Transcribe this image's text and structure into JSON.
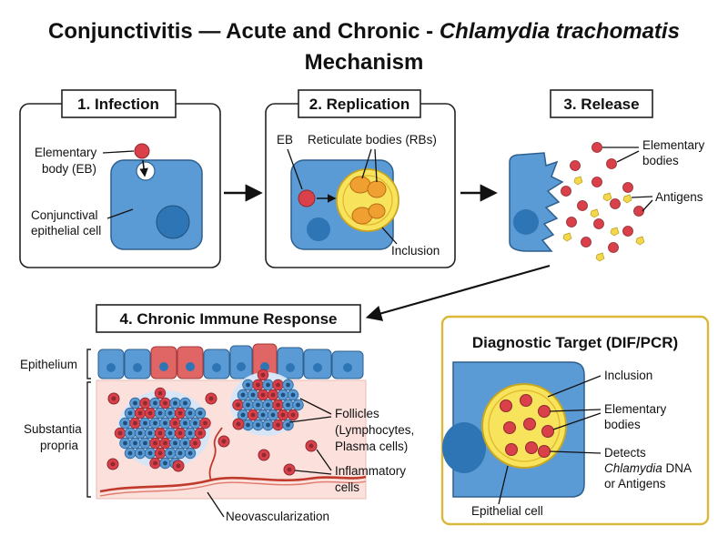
{
  "title": {
    "line1_prefix": "Conjunctivitis — Acute and Chronic - ",
    "line1_italic": "Chlamydia trachomatis",
    "line2": "Mechanism"
  },
  "panels": {
    "infection": {
      "header": "1. Infection",
      "eb_label_line1": "Elementary",
      "eb_label_line2": "body (EB)",
      "cell_label_line1": "Conjunctival",
      "cell_label_line2": "epithelial cell"
    },
    "replication": {
      "header": "2. Replication",
      "eb_label": "EB",
      "rb_label": "Reticulate bodies (RBs)",
      "inclusion_label": "Inclusion"
    },
    "release": {
      "header": "3. Release",
      "eb_label_line1": "Elementary",
      "eb_label_line2": "bodies",
      "antigens_label": "Antigens"
    },
    "chronic": {
      "header": "4. Chronic Immune Response",
      "epithelium_label": "Epithelium",
      "substantia_line1": "Substantia",
      "substantia_line2": "propria",
      "follicles_line1": "Follicles",
      "follicles_line2": "(Lymphocytes,",
      "follicles_line3": "Plasma cells)",
      "inflammatory_line1": "Inflammatory",
      "inflammatory_line2": "cells",
      "neovascular_label": "Neovascularization"
    },
    "diagnostic": {
      "header": "Diagnostic Target (DIF/PCR)",
      "inclusion_label": "Inclusion",
      "eb_label_line1": "Elementary",
      "eb_label_line2": "bodies",
      "detects_prefix": "Detects",
      "detects_line2_italic": "Chlamydia",
      "detects_line2_rest": " DNA",
      "detects_line3": "or Antigens",
      "cell_label": "Epithelial cell"
    }
  },
  "colors": {
    "cell_blue": "#5b9bd5",
    "nucleus_blue": "#2e75b6",
    "eb_red": "#d9404a",
    "inclusion_yellow": "#f7e35c",
    "antigen_yellow": "#f2d84a",
    "tissue_pink": "#fbe0dc",
    "vessel_red": "#c0392b",
    "diag_border": "#d9b83a"
  }
}
